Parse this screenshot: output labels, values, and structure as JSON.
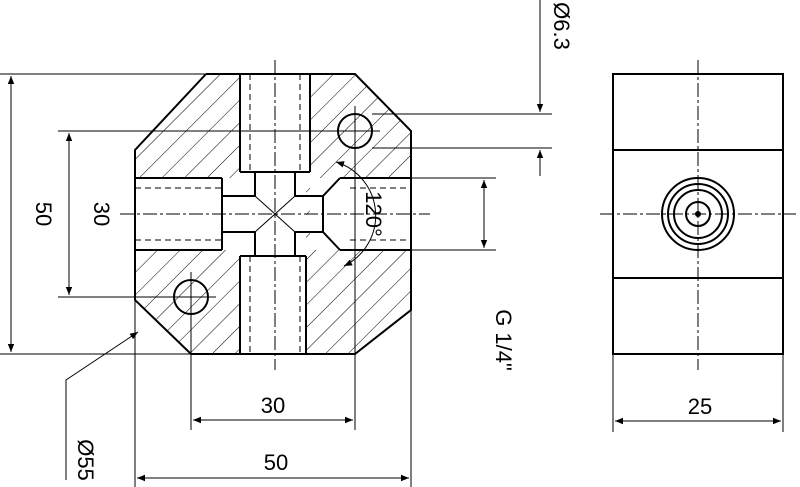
{
  "front_view": {
    "dims": {
      "height_overall": "50",
      "height_flats": "30",
      "width_bolt": "30",
      "width_overall": "50",
      "diameter_outer": "Ø55",
      "hole_diameter": "Ø6.3",
      "angle": "120°",
      "thread": "G 1/4\""
    }
  },
  "side_view": {
    "dims": {
      "width": "25"
    }
  }
}
